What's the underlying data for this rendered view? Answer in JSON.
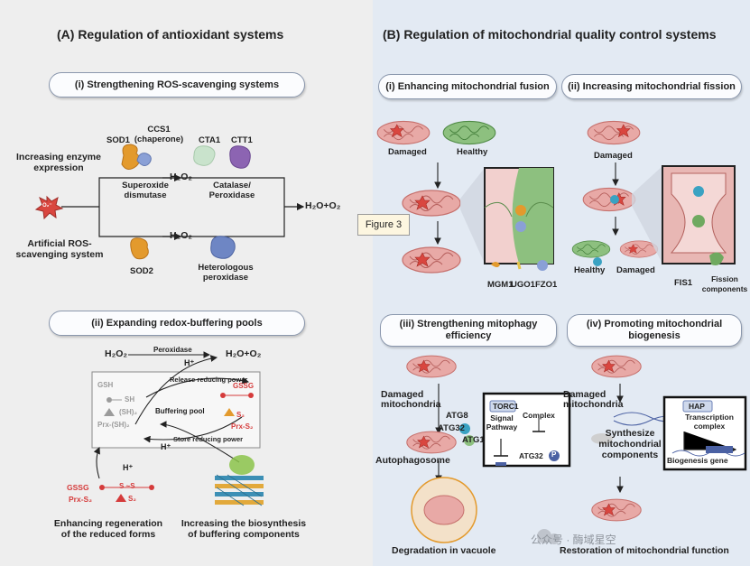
{
  "panelA": {
    "title": "(A) Regulation of antioxidant systems",
    "sub1": "(i) Strengthening ROS-scavenging systems",
    "sub2": "(ii) Expanding redox-buffering pools",
    "enzyme_label": "Increasing enzyme\nexpression",
    "artificial_label": "Artificial ROS-\nscavenging system",
    "ros_glyph": "O₂⁻",
    "sod1": "SOD1",
    "ccs1": "CCS1\n(chaperone)",
    "cta1": "CTA1",
    "ctt1": "CTT1",
    "h2o2_top": "H₂O₂",
    "superoxide": "Superoxide\ndismutase",
    "catalase": "Catalase/\nPeroxidase",
    "h2o_o2": "H₂O+O₂",
    "h2o2_bottom": "H₂O₂",
    "sod2": "SOD2",
    "heterologous": "Heterologous\nperoxidase",
    "buf_h2o2": "H₂O₂",
    "buf_peroxidase": "Peroxidase",
    "buf_h2o_o2": "H₂O+O₂",
    "buf_hplus1": "H⁺",
    "release": "Release reducing power",
    "gsh": "GSH",
    "sh": "SH",
    "sh2": "(SH)₂",
    "prx_sh2": "Prx-(SH)₂",
    "buffering_pool": "Buffering pool",
    "gssg_red": "GSSG",
    "s2": "S₂",
    "prx_s2": "Prx-S₂",
    "store": "Store reducing power",
    "buf_hplus2": "H⁺",
    "hplus3": "H⁺",
    "gssg_bottom": "GSSG",
    "prx_s2_bottom": "Prx-S₂",
    "s_s": "S ~S",
    "s2_small": "S₂",
    "enhancing": "Enhancing regeneration\nof the reduced forms",
    "increasing": "Increasing the biosynthesis\nof buffering components"
  },
  "panelB": {
    "title": "(B) Regulation of mitochondrial quality control systems",
    "fusion_pill": "(i) Enhancing mitochondrial fusion",
    "fission_pill": "(ii) Increasing mitochondrial fission",
    "damaged1": "Damaged",
    "healthy1": "Healthy",
    "damaged2": "Damaged",
    "healthy2": "Healthy",
    "damaged3": "Damaged",
    "mgm1": "MGM1",
    "ugo1": "UGO1",
    "fzo1": "FZO1",
    "fis1": "FIS1",
    "fission_components": "Fission\ncomponents",
    "figure3": "Figure 3",
    "mitophagy_pill": "(iii) Strengthening mitophagy\nefficiency",
    "biogenesis_pill": "(iv) Promoting\nmitochondrial biogenesis",
    "damaged_mito1": "Damaged\nmitochondria",
    "atg8": "ATG8",
    "atg32": "ATG32",
    "atg1": "ATG1",
    "torc1": "TORC1",
    "signal_pathway": "Signal\nPathway",
    "complex": "Complex",
    "atg32_p": "ATG32",
    "p": "P",
    "autophagosome": "Autophagosome",
    "degradation": "Degradation in vacuole",
    "damaged_mito2": "Damaged\nmitochondria",
    "synthesize": "Synthesize\nmitochondrial\ncomponents",
    "hap": "HAP",
    "transcription": "Transcription\ncomplex",
    "biogenesis_gene": "Biogenesis gene",
    "restoration": "Restoration of mitochondrial function",
    "watermark": "公众号 · 酶域星空"
  },
  "colors": {
    "panelA_bg": "#eeeeee",
    "panelB_bg": "#e3eaf3",
    "damaged_mito": "#e8a9a6",
    "healthy_mito": "#8dc07f",
    "ros": "#d9463f",
    "sod": "#e39a2d",
    "ctt1": "#8c64b2",
    "cta1": "#c9e3cc",
    "peroxidase": "#6e86c4"
  }
}
